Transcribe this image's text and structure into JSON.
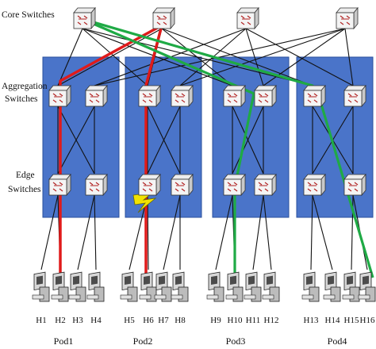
{
  "tiers": {
    "core": "Core Switches",
    "aggregation_line1": "Aggregation",
    "aggregation_line2": "Switches",
    "edge_line1": "Edge",
    "edge_line2": "Switches"
  },
  "pods": [
    "Pod1",
    "Pod2",
    "Pod3",
    "Pod4"
  ],
  "hosts": [
    "H1",
    "H2",
    "H3",
    "H4",
    "H5",
    "H6",
    "H7",
    "H8",
    "H9",
    "H10",
    "H11",
    "H12",
    "H13",
    "H14",
    "H15",
    "H16"
  ],
  "colors": {
    "pod_fill": "#4a74c9",
    "pod_border": "#2a4f9c",
    "link": "#111111",
    "path_red": "#e01b1b",
    "path_green": "#1faa45",
    "failure_bolt": "#f2e200"
  },
  "icons": {
    "switch": "network-switch-icon",
    "host": "workstation-icon",
    "failure": "lightning-bolt-icon"
  }
}
